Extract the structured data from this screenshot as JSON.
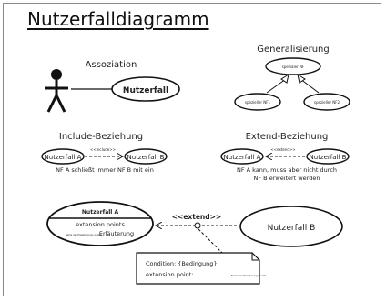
{
  "title": "Nutzerfalldiagramm",
  "sections": {
    "assoziation": {
      "label": "Assoziation",
      "usecase": "Nutzerfall"
    },
    "generalisierung": {
      "label": "Generalisierung",
      "parent": "spezialer NF",
      "child_left": "spezieller NF1",
      "child_right": "spezieller NF2"
    },
    "include": {
      "label": "Include-Beziehung",
      "left": "Nutzerfall A",
      "right": "Nutzerfall B",
      "stereotype": "<<include>>",
      "caption": "NF A schließt immer NF B mit ein"
    },
    "extend": {
      "label": "Extend-Beziehung",
      "left": "Nutzerfall A",
      "right": "Nutzerfall B",
      "stereotype": "<<extend>>",
      "caption_line1": "NF A kann, muss aber nicht durch",
      "caption_line2": "NF B erweitert werden"
    },
    "detail": {
      "box_title": "Nutzerfall A",
      "extension_points": "extension points",
      "erlaeuterung": "Erläuterung",
      "small_label": "Name des Erweiterungs- punkts",
      "stereotype": "<<extend>>",
      "right": "Nutzerfall B",
      "note_line1": "Condition: {Bedingung}",
      "note_line2": "extension point:",
      "note_small": "Name des Erweiterungspunkts"
    }
  }
}
